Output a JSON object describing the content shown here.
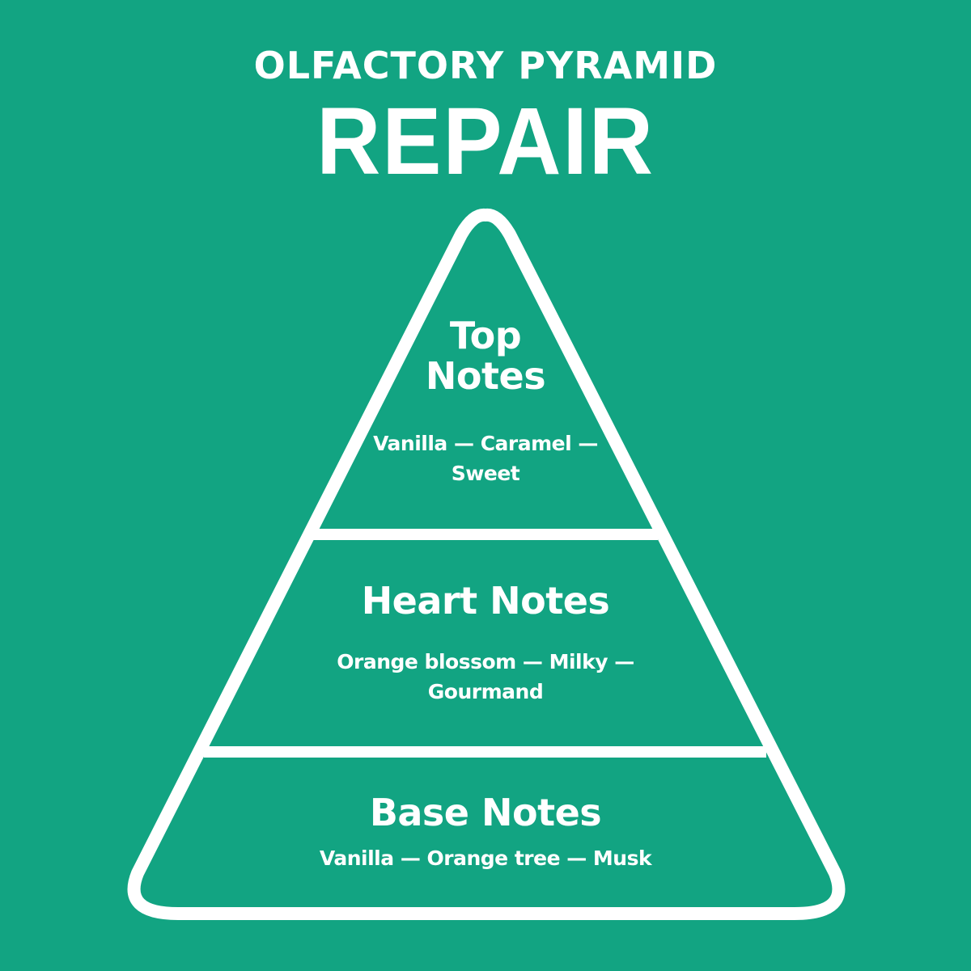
{
  "header": {
    "subtitle": "OLFACTORY PYRAMID",
    "title": "REPAIR"
  },
  "pyramid": {
    "tiers": [
      {
        "title": "Top Notes",
        "notes": "Vanilla — Caramel — Sweet"
      },
      {
        "title": "Heart Notes",
        "notes": "Orange blossom — Milky — Gourmand"
      },
      {
        "title": "Base Notes",
        "notes": "Vanilla — Orange tree — Musk"
      }
    ]
  },
  "colors": {
    "background": "#12a482",
    "foreground": "#ffffff"
  }
}
